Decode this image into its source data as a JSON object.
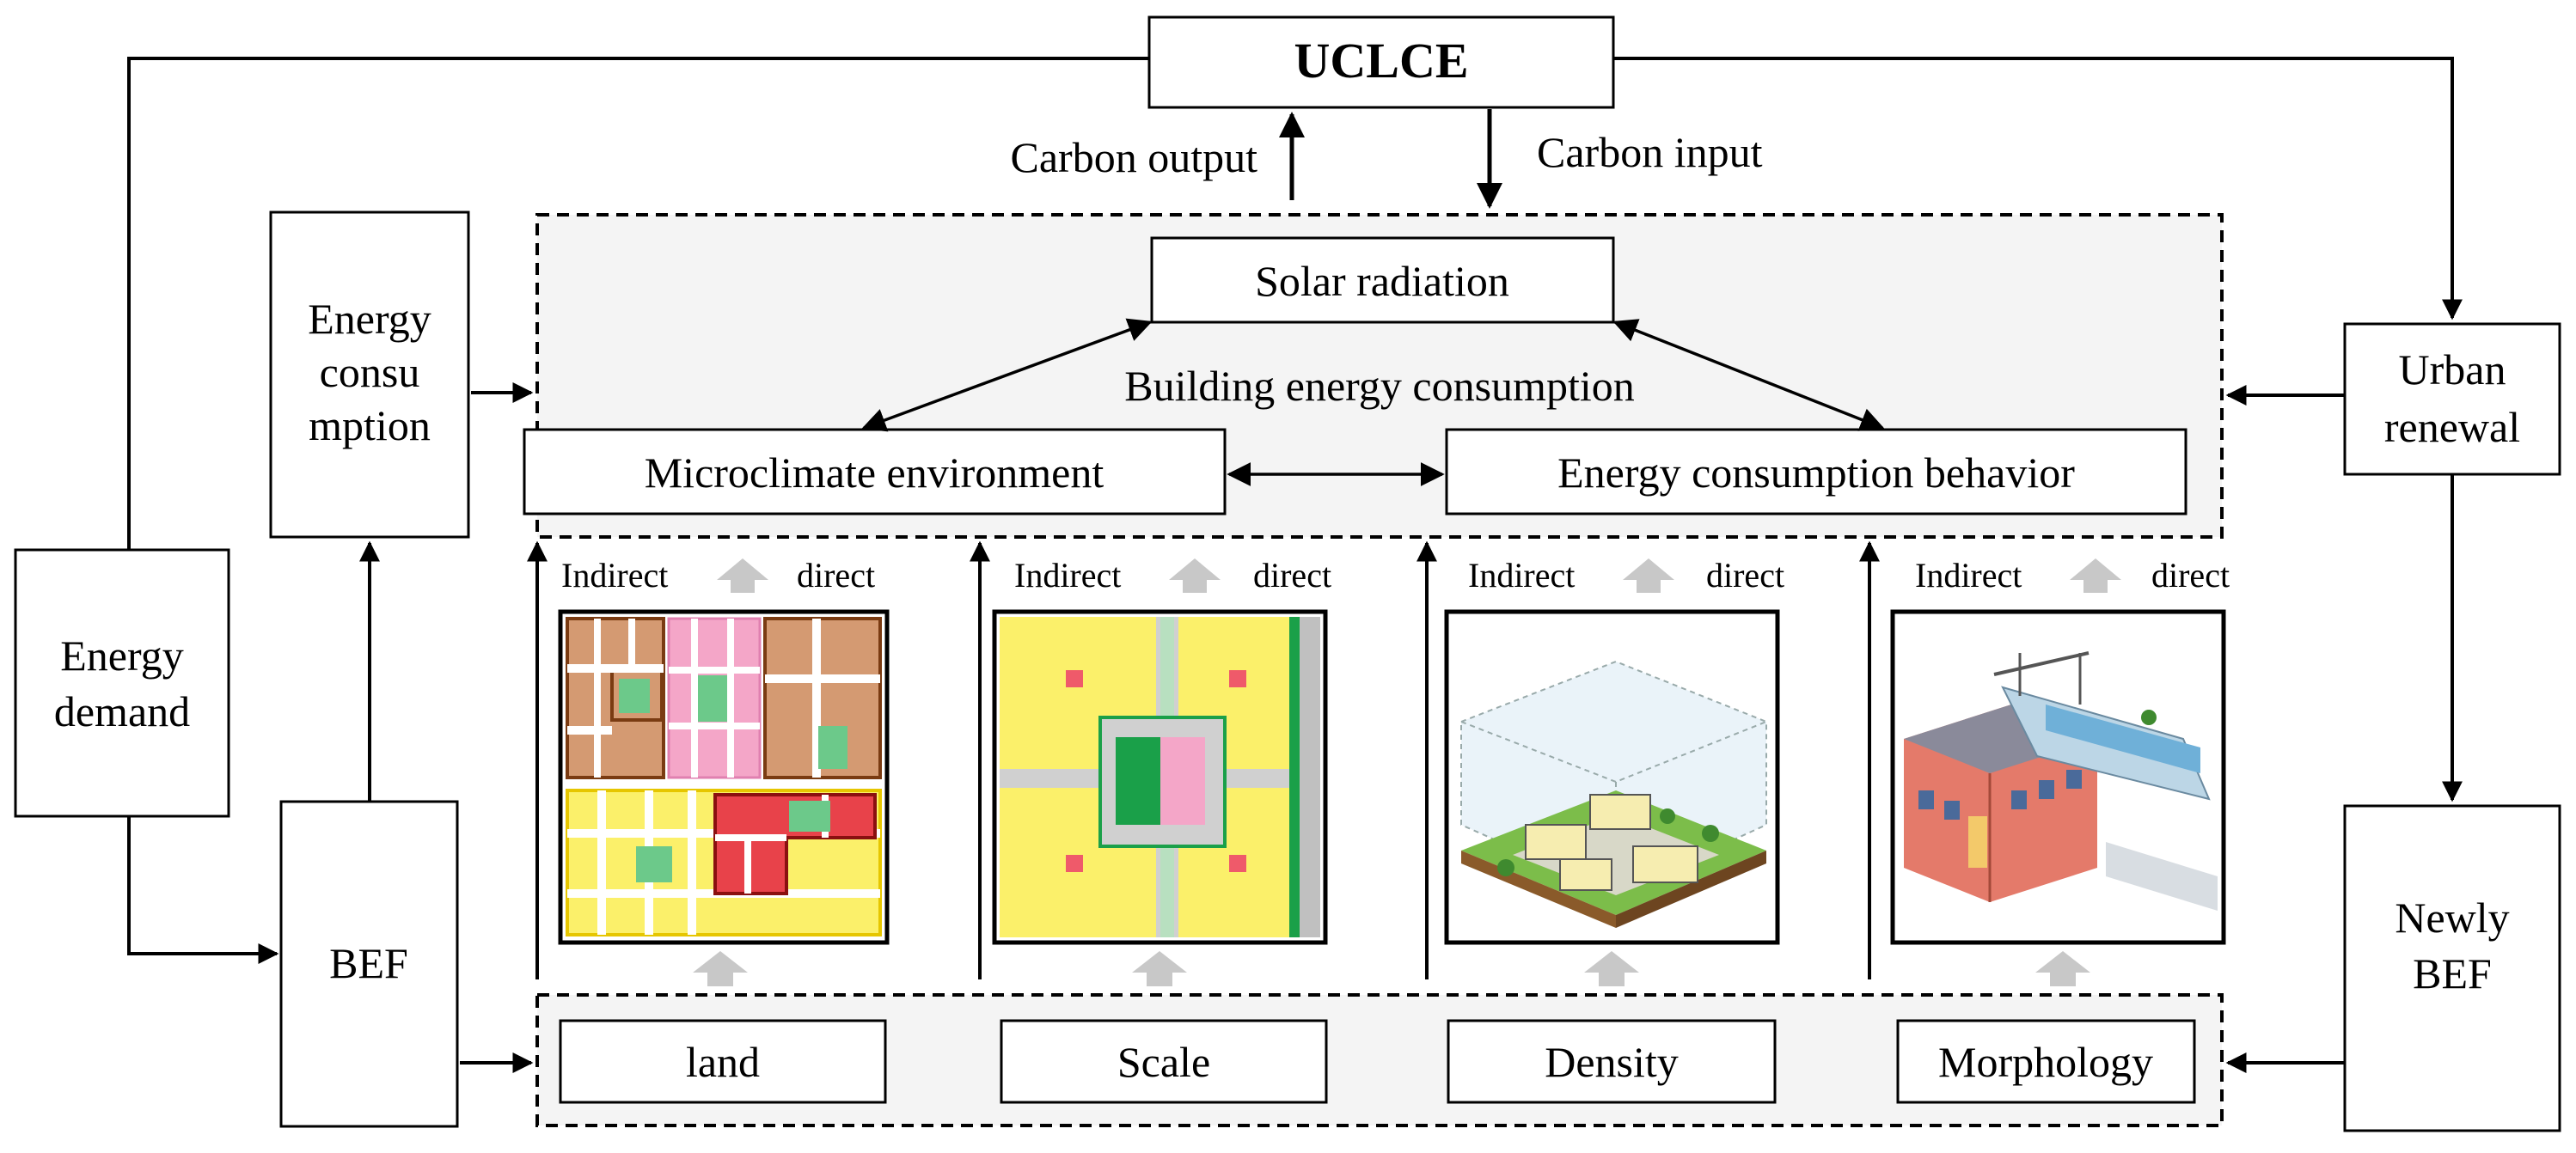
{
  "colors": {
    "line": "#000000",
    "panel_bg": "#f4f4f4",
    "gray_arrow": "#c8c8c8",
    "brown": "#d49a72",
    "brown_border": "#7a3b12",
    "pink": "#f4a6c8",
    "green": "#6cc98a",
    "yellow": "#fbf06a",
    "yellow_border": "#e6c600",
    "red": "#e8424a",
    "road": "#d0d0d0",
    "dark_green": "#1aa049",
    "small_red": "#ef5a6a"
  },
  "nodes": {
    "uclce": "UCLCE",
    "carbon_output": "Carbon output",
    "carbon_input": "Carbon input",
    "solar_radiation": "Solar radiation",
    "building_energy": "Building energy consumption",
    "microclimate": "Microclimate environment",
    "behavior": "Energy consumption behavior",
    "energy_consumption": [
      "Energy",
      "consu",
      "mption"
    ],
    "energy_demand": [
      "Energy",
      "demand"
    ],
    "bef": "BEF",
    "urban_renewal": [
      "Urban",
      "renewal"
    ],
    "newly_bef": [
      "Newly",
      "BEF"
    ]
  },
  "factors": {
    "indirect": "Indirect",
    "direct": "direct",
    "items": [
      "land",
      "Scale",
      "Density",
      "Morphology"
    ]
  }
}
